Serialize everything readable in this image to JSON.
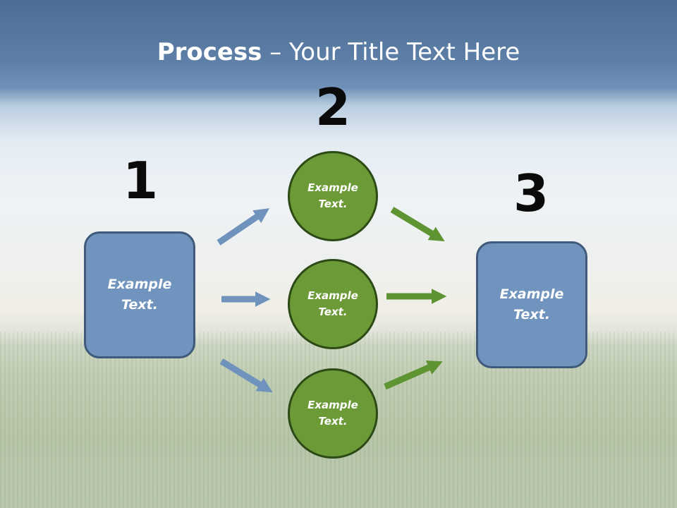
{
  "title": {
    "bold": "Process",
    "rest": " – Your Title Text Here"
  },
  "steps": {
    "one": "1",
    "two": "2",
    "three": "3"
  },
  "nodes": {
    "left_box": {
      "line1": "Example",
      "line2": "Text."
    },
    "circle_top": {
      "line1": "Example",
      "line2": "Text."
    },
    "circle_middle": {
      "line1": "Example",
      "line2": "Text."
    },
    "circle_bottom": {
      "line1": "Example",
      "line2": "Text."
    },
    "right_box": {
      "line1": "Example",
      "line2": "Text."
    }
  },
  "colors": {
    "box_fill": "#7094bd",
    "circle_fill": "#6b9a37",
    "blue_arrow": "#6f93bc",
    "green_arrow": "#5f9432"
  }
}
